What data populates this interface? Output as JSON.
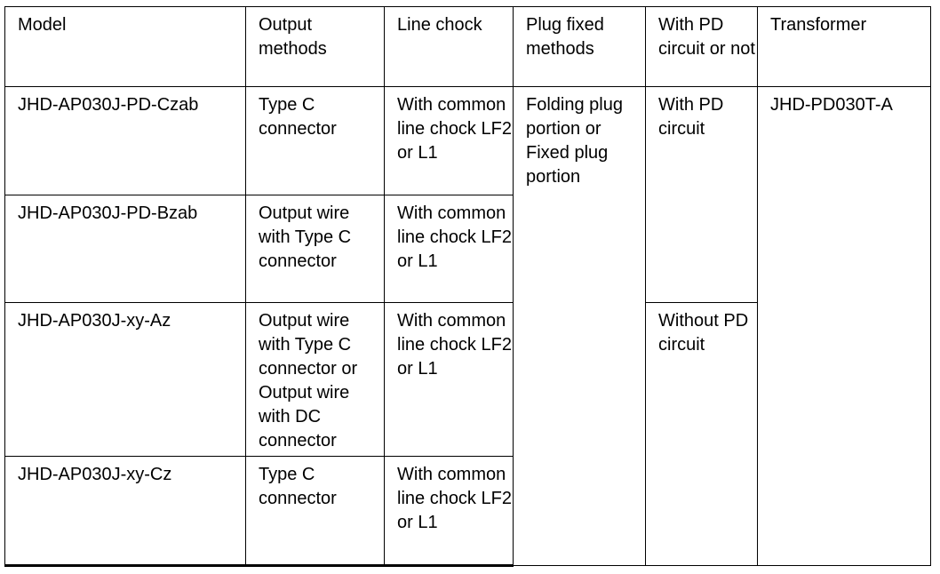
{
  "document": {
    "kind": "specification-table",
    "background_color": "#ffffff",
    "text_color": "#000000",
    "border_color": "#000000"
  },
  "table": {
    "columns": [
      {
        "key": "model",
        "header": "Model"
      },
      {
        "key": "output",
        "header": "Output methods"
      },
      {
        "key": "line_chock",
        "header": "Line chock"
      },
      {
        "key": "plug_fixed",
        "header": "Plug fixed methods"
      },
      {
        "key": "pd_circuit",
        "header": "With PD circuit or not"
      },
      {
        "key": "transformer",
        "header": "Transformer"
      }
    ],
    "rows": [
      {
        "model": "JHD-AP030J-PD-Czab",
        "output": "Type C connector",
        "line_chock": "With common line chock LF2 or L1",
        "plug_fixed": "Folding plug portion or Fixed plug portion",
        "pd_circuit": "With PD circuit",
        "transformer": "JHD-PD030T-A"
      },
      {
        "model": "JHD-AP030J-PD-Bzab",
        "output": "Output wire with Type C connector",
        "line_chock": "With common line chock LF2 or L1"
      },
      {
        "model": "JHD-AP030J-xy-Az",
        "output": "Output wire with Type C connector or Output wire with DC connector",
        "line_chock": "With common line chock LF2 or L1",
        "pd_circuit": "Without PD circuit"
      },
      {
        "model": "JHD-AP030J-xy-Cz",
        "output": "Type C connector",
        "line_chock": "With common line chock LF2 or L1"
      }
    ]
  }
}
